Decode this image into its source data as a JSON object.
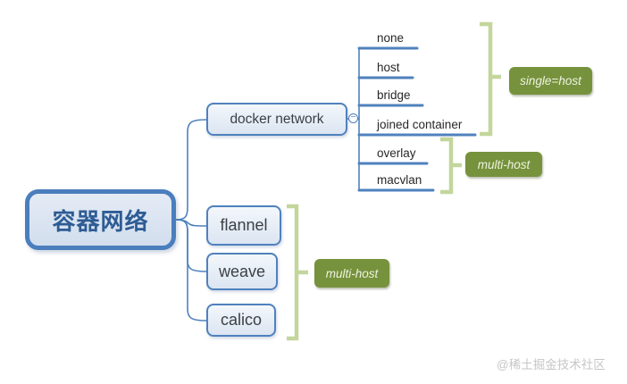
{
  "root": {
    "label": "容器网络"
  },
  "branches": [
    {
      "label": "docker network"
    },
    {
      "label": "flannel"
    },
    {
      "label": "weave"
    },
    {
      "label": "calico"
    }
  ],
  "docker_children": [
    {
      "label": "none"
    },
    {
      "label": "host"
    },
    {
      "label": "bridge"
    },
    {
      "label": "joined container"
    },
    {
      "label": "overlay"
    },
    {
      "label": "macvlan"
    }
  ],
  "summaries": [
    {
      "label": "single=host"
    },
    {
      "label": "multi-host"
    },
    {
      "label": "multi-host"
    }
  ],
  "collapse_icon": "−",
  "watermark": "@稀土掘金技术社区",
  "colors": {
    "line_blue": "#4f81bd",
    "root_border": "#4a7ebd",
    "node_fill": "#dbe5f1",
    "root_text": "#2e5c94",
    "summary_green": "#76923c",
    "bracket_green": "#c3d69b",
    "watermark_gray": "#c6c6c6"
  }
}
